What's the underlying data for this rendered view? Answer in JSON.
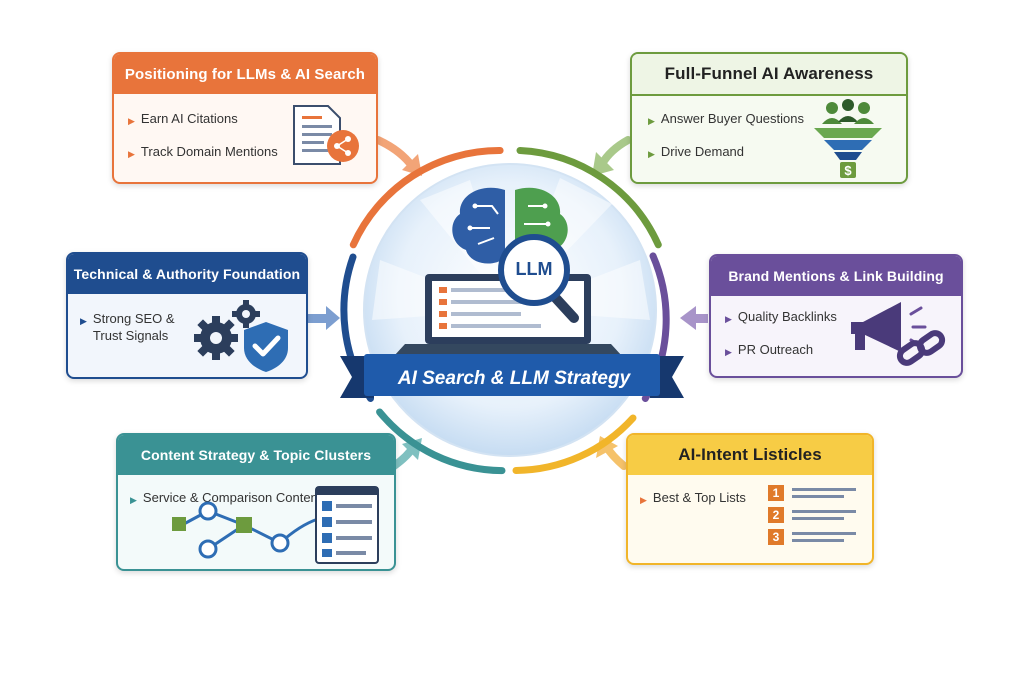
{
  "center": {
    "lens_label": "LLM",
    "ribbon_label": "AI Search & LLM Strategy"
  },
  "cards": {
    "positioning": {
      "title": "Positioning for LLMs & AI Search",
      "items": [
        "Earn AI Citations",
        "Track Domain Mentions"
      ],
      "icon": "document-share-icon",
      "color": "#e8743b"
    },
    "funnel": {
      "title": "Full-Funnel AI Awareness",
      "items": [
        "Answer Buyer Questions",
        "Drive Demand"
      ],
      "icon": "funnel-icon",
      "color": "#6d9b3e"
    },
    "technical": {
      "title": "Technical & Authority Foundation",
      "items": [
        "Strong SEO & Trust Signals"
      ],
      "icon": "gears-shield-icon",
      "color": "#1f4d8f"
    },
    "brand": {
      "title": "Brand Mentions & Link Building",
      "items": [
        "Quality Backlinks",
        "PR Outreach"
      ],
      "icon": "megaphone-link-icon",
      "color": "#6a4f9b"
    },
    "content": {
      "title": "Content Strategy & Topic Clusters",
      "items": [
        "Service & Comparison Content"
      ],
      "icon": "cluster-checklist-icon",
      "color": "#3a9294"
    },
    "listicles": {
      "title": "AI-Intent Listicles",
      "items": [
        "Best & Top Lists"
      ],
      "list_numbers": [
        "1",
        "2",
        "3"
      ],
      "icon": "numbered-list-icon",
      "color": "#f1b52a"
    }
  }
}
